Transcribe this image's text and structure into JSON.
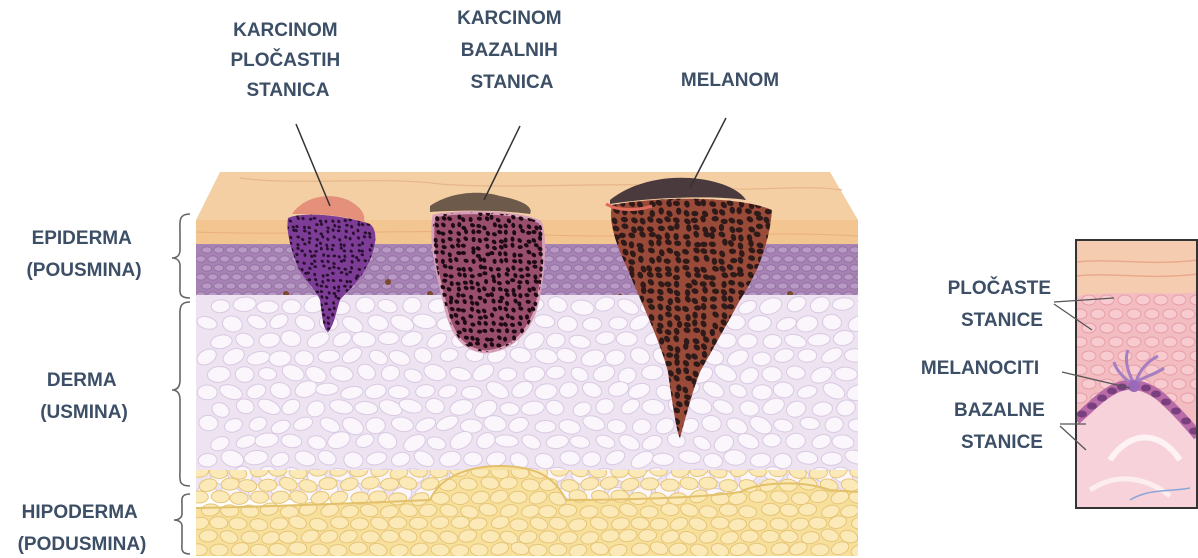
{
  "labels": {
    "squamous_carcinoma": [
      "KARCINOM",
      "PLOČASTIH",
      "STANICA"
    ],
    "basal_carcinoma": [
      "KARCINOM",
      "BAZALNIH",
      "STANICA"
    ],
    "melanoma": [
      "MELANOM"
    ],
    "epidermis": [
      "EPIDERMA",
      "(POUSMINA)"
    ],
    "dermis": [
      "DERMA",
      "(USMINA)"
    ],
    "hypodermis": [
      "HIPODERMA",
      "(PODUSMINA)"
    ],
    "squamous_cells": [
      "PLOČASTE",
      "STANICE"
    ],
    "melanocytes": [
      "MELANOCITI"
    ],
    "basal_cells": [
      "BAZALNE",
      "STANICE"
    ]
  },
  "colors": {
    "label_text": "#3c4f66",
    "skin_surface": "#f3c99a",
    "epidermis": "#a883b4",
    "dermis": "#ece3f0",
    "dermis_cell": "#f9f5fb",
    "hypodermis_fat": "#f7df9c",
    "squamous_tumor": "#7d3c96",
    "basal_tumor": "#8e4a67",
    "melanoma_tumor": "#9a4a38",
    "tumor_spot": "#2d1a1a",
    "inset_tissue": "#f2bcc1",
    "bracket": "#666666"
  }
}
